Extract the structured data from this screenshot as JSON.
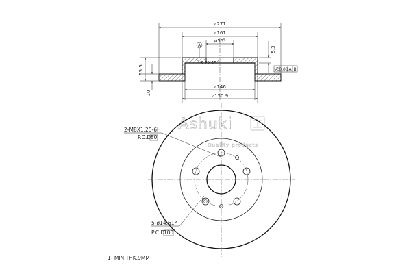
{
  "dimensions": {
    "outer_diameter": "ø271",
    "hat_diameter": "ø161",
    "center_bore": "ø55⁰̊",
    "hat_inner_diameter": "ø146",
    "hub_diameter": "ø150.9",
    "total_height": "55.5",
    "disc_thickness": "10",
    "hat_depth": "5.3",
    "chamfer": "3.2X45°",
    "datum_label": "A"
  },
  "tolerance_frame": {
    "value": "0.08",
    "datum_a": "A",
    "datum_b": "B"
  },
  "notes": {
    "thread_spec": "2-M8X1.25-6H",
    "thread_pcd": "P.C.D",
    "thread_pcd_value": "80",
    "bolt_holes": "5-ø14.61ᴹ",
    "bolt_pcd": "P.C.D",
    "bolt_pcd_value": "100",
    "min_thickness": "1- MIN.THK.9MM"
  },
  "watermark": {
    "brand": "Ashuki",
    "tagline": "Quality products"
  }
}
